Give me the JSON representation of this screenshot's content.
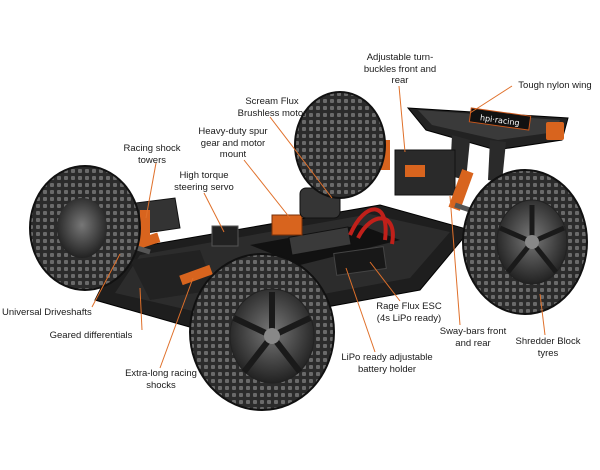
{
  "colors": {
    "leader": "#e0702a",
    "text": "#1a1a1a",
    "tyre": "#3a3a3a",
    "chassis": "#1e1e1e",
    "accent": "#d8641e"
  },
  "wing_decal": "hpi·racing",
  "labels": {
    "turnbuckles": "Adjustable turn-\nbuckles front and\nrear",
    "wing": "Tough nylon wing",
    "motor": "Scream Flux\nBrushless motor",
    "spur": "Heavy-duty spur\ngear and motor\nmount",
    "shock_towers": "Racing shock\ntowers",
    "servo": "High torque\nsteering servo",
    "driveshafts": "Universal Driveshafts",
    "differentials": "Geared differentials",
    "esc": "Rage Flux ESC\n(4s LiPo ready)",
    "swaybars": "Sway-bars front\nand rear",
    "tyres": "Shredder Block\ntyres",
    "battery": "LiPo ready adjustable\nbattery holder",
    "shocks": "Extra-long racing\nshocks"
  }
}
